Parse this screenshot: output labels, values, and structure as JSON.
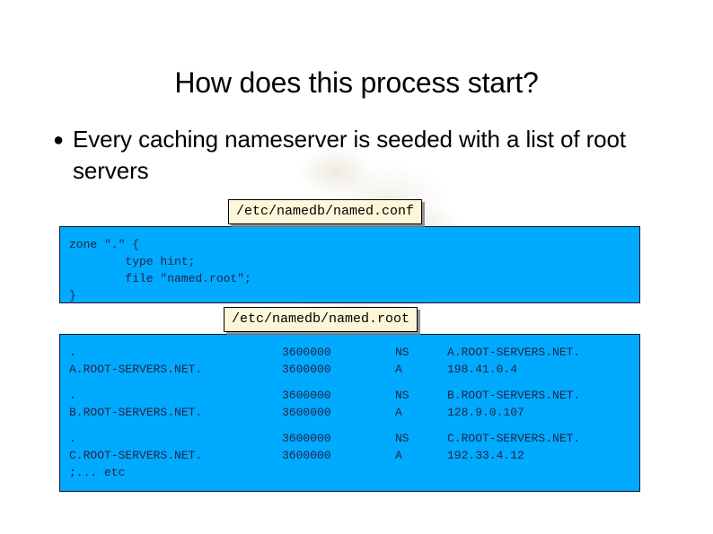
{
  "slide": {
    "title": "How does this process start?",
    "bullet_marker": "●",
    "bullet_text": "Every caching nameserver is seeded with a list of root servers"
  },
  "named_conf": {
    "label": "/etc/namedb/named.conf",
    "lines": [
      "zone \".\" {",
      "        type hint;",
      "        file \"named.root\";",
      "}"
    ]
  },
  "named_root": {
    "label": "/etc/namedb/named.root",
    "groups": [
      {
        "rows": [
          {
            "name": ".",
            "ttl": "3600000",
            "type": "NS",
            "value": "A.ROOT-SERVERS.NET."
          },
          {
            "name": "A.ROOT-SERVERS.NET.",
            "ttl": "3600000",
            "type": "A",
            "value": "198.41.0.4"
          }
        ]
      },
      {
        "rows": [
          {
            "name": ".",
            "ttl": "3600000",
            "type": "NS",
            "value": "B.ROOT-SERVERS.NET."
          },
          {
            "name": "B.ROOT-SERVERS.NET.",
            "ttl": "3600000",
            "type": "A",
            "value": "128.9.0.107"
          }
        ]
      },
      {
        "rows": [
          {
            "name": ".",
            "ttl": "3600000",
            "type": "NS",
            "value": "C.ROOT-SERVERS.NET."
          },
          {
            "name": "C.ROOT-SERVERS.NET.",
            "ttl": "3600000",
            "type": "A",
            "value": "192.33.4.12"
          }
        ]
      }
    ],
    "trailer": ";... etc"
  },
  "colors": {
    "code_panel_background": "#00AAFF",
    "code_panel_border": "#141428",
    "code_text": "#232344",
    "label_background": "#FDF6D8",
    "label_border": "#000000",
    "slide_background": "#FFFFFF",
    "text": "#000000"
  }
}
